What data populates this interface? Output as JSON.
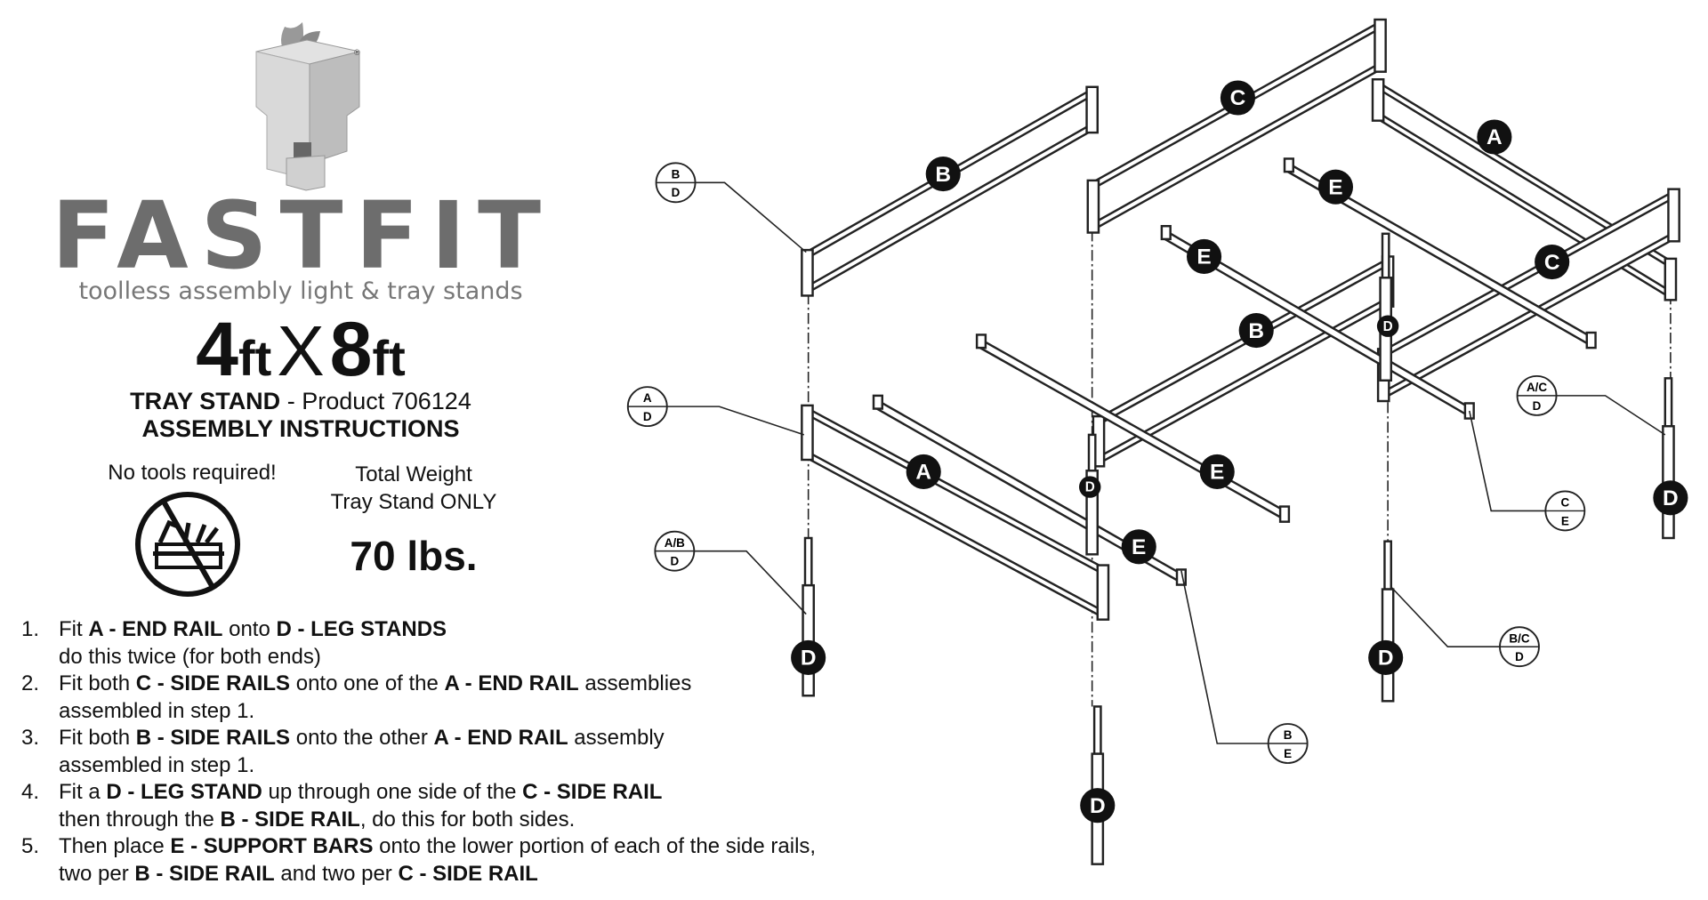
{
  "brand": {
    "name": "FASTFIT",
    "registered_mark": "®",
    "tagline": "toolless assembly light & tray stands"
  },
  "size": {
    "w_num": "4",
    "w_unit": "ft",
    "x": "X",
    "l_num": "8",
    "l_unit": "ft"
  },
  "product": {
    "type": "TRAY STAND",
    "product_label": "- Product 706124",
    "heading": "ASSEMBLY INSTRUCTIONS"
  },
  "no_tools": "No tools required!",
  "weight": {
    "line1": "Total Weight",
    "line2": "Tray Stand ONLY",
    "value": "70 lbs."
  },
  "steps": [
    {
      "num": "1.",
      "l1": [
        [
          "",
          "Fit "
        ],
        [
          "b",
          "A - END RAIL"
        ],
        [
          "",
          " onto "
        ],
        [
          "b",
          "D - LEG STANDS"
        ]
      ],
      "l2": [
        [
          "",
          "do this twice (for both ends)"
        ]
      ]
    },
    {
      "num": "2.",
      "l1": [
        [
          "",
          "Fit both "
        ],
        [
          "b",
          "C - SIDE RAILS"
        ],
        [
          "",
          " onto one of the "
        ],
        [
          "b",
          "A - END RAIL"
        ],
        [
          "",
          " assemblies"
        ]
      ],
      "l2": [
        [
          "",
          "assembled in step 1."
        ]
      ]
    },
    {
      "num": "3.",
      "l1": [
        [
          "",
          "Fit both "
        ],
        [
          "b",
          "B - SIDE RAILS"
        ],
        [
          "",
          " onto the other "
        ],
        [
          "b",
          "A - END RAIL"
        ],
        [
          "",
          " assembly"
        ]
      ],
      "l2": [
        [
          "",
          "assembled in step 1."
        ]
      ]
    },
    {
      "num": "4.",
      "l1": [
        [
          "",
          "Fit a "
        ],
        [
          "b",
          "D - LEG STAND"
        ],
        [
          "",
          " up through one side of the "
        ],
        [
          "b",
          "C - SIDE RAIL"
        ]
      ],
      "l2": [
        [
          "",
          "then through the "
        ],
        [
          "b",
          "B - SIDE RAIL"
        ],
        [
          "",
          ", do this for both sides."
        ]
      ]
    },
    {
      "num": "5.",
      "l1": [
        [
          "",
          "Then place "
        ],
        [
          "b",
          "E - SUPPORT BARS"
        ],
        [
          "",
          " onto the lower portion of each of the side rails,"
        ]
      ],
      "l2": [
        [
          "",
          "two per "
        ],
        [
          "b",
          "B - SIDE RAIL"
        ],
        [
          "",
          " and two per "
        ],
        [
          "b",
          "C - SIDE RAIL"
        ]
      ]
    }
  ],
  "diagram": {
    "labels": {
      "a": "A",
      "b": "B",
      "c": "C",
      "d": "D",
      "e": "E"
    },
    "callouts": {
      "bd": [
        "B",
        "D"
      ],
      "ad": [
        "A",
        "D"
      ],
      "abd": [
        "A/B",
        "D"
      ],
      "ce": [
        "C",
        "E"
      ],
      "acd": [
        "A/C",
        "D"
      ],
      "bcd": [
        "B/C",
        "D"
      ],
      "be": [
        "B",
        "E"
      ]
    }
  }
}
